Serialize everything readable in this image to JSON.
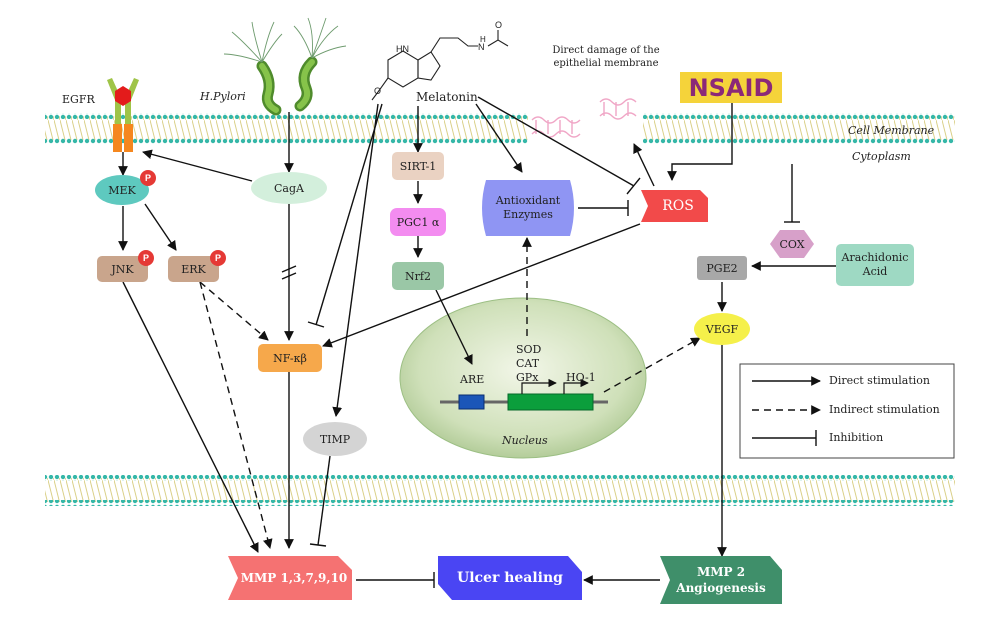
{
  "labels": {
    "egfr": "EGFR",
    "hpylori": "H.Pylori",
    "melatonin": "Melatonin",
    "direct_damage": "Direct damage of the epithelial membrane",
    "nsaid": "NSAID",
    "cell_membrane": "Cell Membrane",
    "cytoplasm": "Cytoplasm",
    "nucleus": "Nucleus",
    "phospho": "P"
  },
  "nodes": {
    "mek": "MEK",
    "jnk": "JNK",
    "erk": "ERK",
    "caga": "CagA",
    "sirt1": "SIRT-1",
    "pgc1a": "PGC1 α",
    "nrf2": "Nrf2",
    "antioxidant": "Antioxidant Enzymes",
    "ros": "ROS",
    "cox": "COX",
    "arachidonic": "Arachidonic Acid",
    "pge2": "PGE2",
    "vegf": "VEGF",
    "nfkb": "NF-κβ",
    "timp": "TIMP",
    "are": "ARE",
    "sod": "SOD",
    "cat": "CAT",
    "gpx": "GPx",
    "ho1": "HO-1",
    "mmp": "MMP 1,3,7,9,10",
    "ulcer": "Ulcer healing",
    "mmp2": "MMP 2 Angiogenesis"
  },
  "legend": {
    "direct": "Direct stimulation",
    "indirect": "Indirect stimulation",
    "inhibition": "Inhibition"
  },
  "colors": {
    "membrane_dots": "#35b7a8",
    "membrane_lines": "#d9cf86",
    "mek": "#5ec9bf",
    "kinase": "#c9a58c",
    "caga": "#d3efdc",
    "sirt1": "#ead2c2",
    "pgc1a": "#f38cf0",
    "nrf2": "#9ac7a6",
    "antioxidant": "#8f95f3",
    "ros": "#f24a4a",
    "cox": "#d7a0c9",
    "arachidonic": "#9ed9c3",
    "pge2": "#a8a8a8",
    "vegf": "#f5f04a",
    "nfkb": "#f6a84b",
    "timp": "#d4d4d4",
    "mmp": "#f57272",
    "ulcer": "#4a45f3",
    "mmp2": "#3f8f6a",
    "nsaid_bg": "#f5d33a",
    "nsaid_text": "#8b2878",
    "gene": "#0b9e3c",
    "are_box": "#1b56b8"
  }
}
